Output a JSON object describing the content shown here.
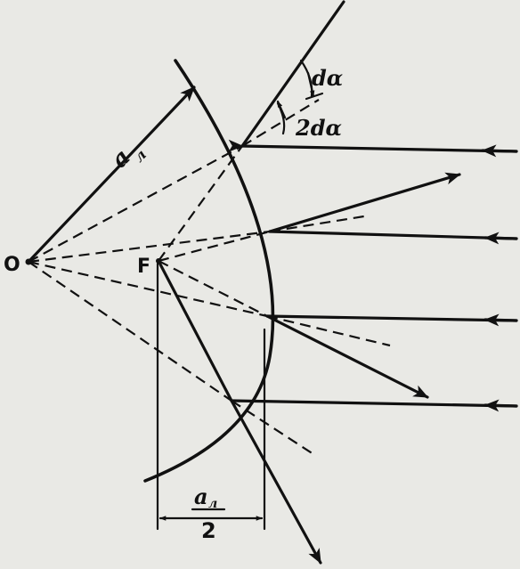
{
  "labels": {
    "origin": "O",
    "focus": "F",
    "radius": "a",
    "radius_sub": "л",
    "d_alpha": "dα",
    "two_d_alpha": "2dα",
    "half_radius_num": "a",
    "half_radius_sub": "л",
    "half_radius_den": "2"
  },
  "colors": {
    "ink": "#111111",
    "paper": "#e9e9e5"
  }
}
